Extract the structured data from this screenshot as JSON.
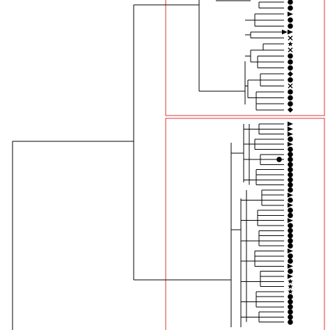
{
  "figure": {
    "type": "dendrogram",
    "cluster_box_color": "#e03030",
    "line_color": "#000000",
    "marker_color": "#000000",
    "cluster_boxes": [
      {
        "id": "upper",
        "leaf_count": 19
      },
      {
        "id": "lower",
        "leaf_count": 40
      }
    ],
    "upper_markers": [
      "circle",
      "circle",
      "triangle",
      "circle",
      "circle",
      "triangle",
      "cross",
      "star",
      "cross",
      "circle",
      "circle",
      "circle",
      "diamond",
      "circle",
      "cross",
      "circle",
      "circle",
      "circle",
      "diamond"
    ],
    "lower_markers": [
      "triangle",
      "triangle",
      "triangle",
      "circle",
      "triangle",
      "circle",
      "circle",
      "circle",
      "circle",
      "circle",
      "circle",
      "circle",
      "circle",
      "circle",
      "triangle",
      "circle",
      "triangle",
      "circle",
      "circle",
      "triangle",
      "circle",
      "circle",
      "circle",
      "circle",
      "circle",
      "triangle",
      "circle",
      "circle",
      "triangle",
      "circle",
      "triangle",
      "star",
      "star",
      "star",
      "circle",
      "circle",
      "circle",
      "circle",
      "circle",
      "circle"
    ]
  }
}
